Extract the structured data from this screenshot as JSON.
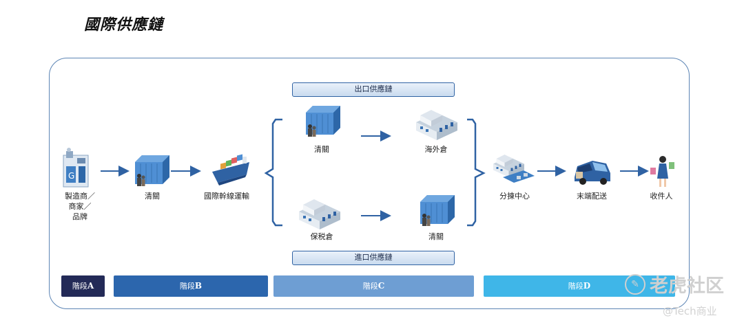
{
  "title": "國際供應鏈",
  "banners": {
    "export": "出口供應鏈",
    "import": "進口供應鏈"
  },
  "nodes": {
    "manufacturer": [
      "製造商／",
      "商家／",
      "品牌"
    ],
    "customs_clearance_1": "清關",
    "international_shipping": "國際幹線運輸",
    "export_customs": "清關",
    "overseas_warehouse": "海外倉",
    "bonded_warehouse": "保税倉",
    "import_customs": "清關",
    "sorting_center": "分揀中心",
    "last_mile": "末端配送",
    "recipient": "收件人"
  },
  "stages": {
    "a": {
      "prefix": "階段",
      "tag": "A"
    },
    "b": {
      "prefix": "階段",
      "tag": "B"
    },
    "c": {
      "prefix": "階段",
      "tag": "C"
    },
    "d": {
      "prefix": "階段",
      "tag": "D"
    }
  },
  "watermark": {
    "brand": "老虎社区",
    "sub": "@Tech商业"
  },
  "colors": {
    "arrow": "#2f62a3",
    "stage_a": "#232a57",
    "stage_b": "#2c66ad",
    "stage_c": "#6e9ed3",
    "stage_d": "#3fb6e8",
    "container": "#3f7fc4",
    "warehouse": "#d9e2ec"
  },
  "icons": [
    "factory-icon",
    "container-icon",
    "ship-icon",
    "warehouse-icon",
    "sorting-center-icon",
    "delivery-van-icon",
    "shopper-icon"
  ]
}
